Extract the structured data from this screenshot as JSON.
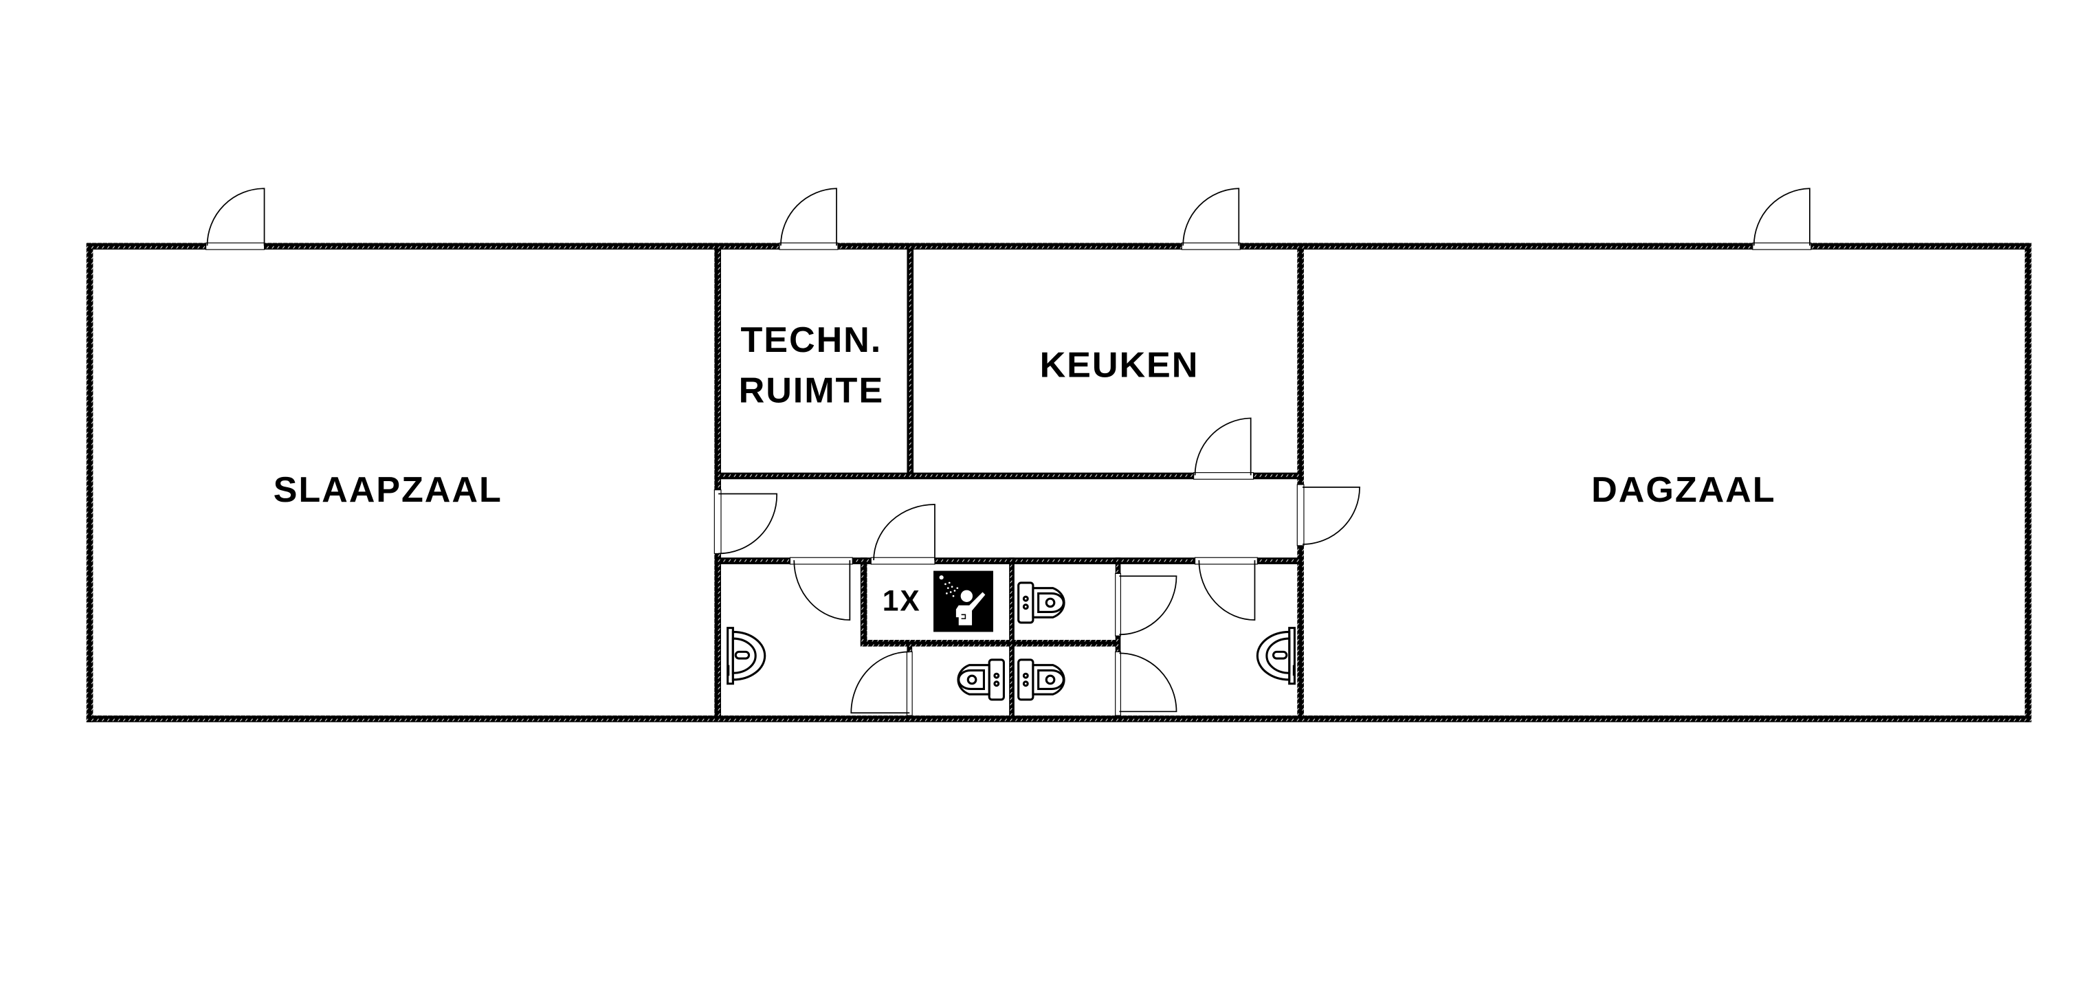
{
  "rooms": {
    "slaapzaal": "SLAAPZAAL",
    "techn_line1": "TECHN.",
    "techn_line2": "RUIMTE",
    "keuken": "KEUKEN",
    "dagzaal": "DAGZAAL"
  },
  "shower": {
    "count_label": "1X",
    "icon": "shower-icon"
  },
  "colors": {
    "wall": "#000000",
    "background": "#ffffff"
  }
}
